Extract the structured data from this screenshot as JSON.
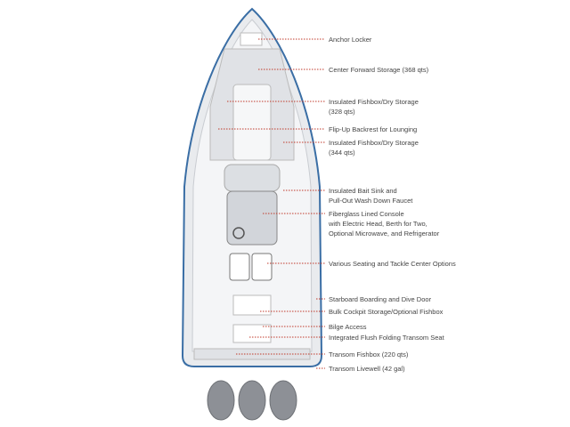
{
  "colors": {
    "hull_outline": "#3a6ea5",
    "deck": "#e9ebee",
    "leader": "#c0392b",
    "engine": "#8d9096"
  },
  "labels": [
    {
      "id": "anchor-locker",
      "lines": [
        "Anchor Locker"
      ]
    },
    {
      "id": "center-forward-storage",
      "lines": [
        "Center Forward Storage (368 qts)"
      ]
    },
    {
      "id": "fishbox-328",
      "lines": [
        "Insulated Fishbox/Dry Storage",
        "(328 qts)"
      ]
    },
    {
      "id": "flip-up-backrest",
      "lines": [
        "Flip-Up Backrest for Lounging"
      ]
    },
    {
      "id": "fishbox-344",
      "lines": [
        "Insulated Fishbox/Dry Storage",
        "(344 qts)"
      ]
    },
    {
      "id": "bait-sink",
      "lines": [
        "Insulated Bait Sink and",
        "Pull-Out Wash Down Faucet"
      ]
    },
    {
      "id": "console",
      "lines": [
        "Fiberglass Lined Console",
        "with Electric Head, Berth for Two,",
        "Optional Microwave, and Refrigerator"
      ]
    },
    {
      "id": "seating",
      "lines": [
        "Various Seating and Tackle Center Options"
      ]
    },
    {
      "id": "dive-door",
      "lines": [
        "Starboard Boarding and Dive Door"
      ]
    },
    {
      "id": "cockpit-storage",
      "lines": [
        "Bulk Cockpit Storage/Optional Fishbox"
      ]
    },
    {
      "id": "bilge-access",
      "lines": [
        "Bilge Access"
      ]
    },
    {
      "id": "transom-seat",
      "lines": [
        "Integrated Flush Folding Transom Seat"
      ]
    },
    {
      "id": "transom-fishbox",
      "lines": [
        "Transom Fishbox (220 qts)"
      ]
    },
    {
      "id": "transom-livewell",
      "lines": [
        "Transom Livewell (42 gal)"
      ]
    }
  ]
}
